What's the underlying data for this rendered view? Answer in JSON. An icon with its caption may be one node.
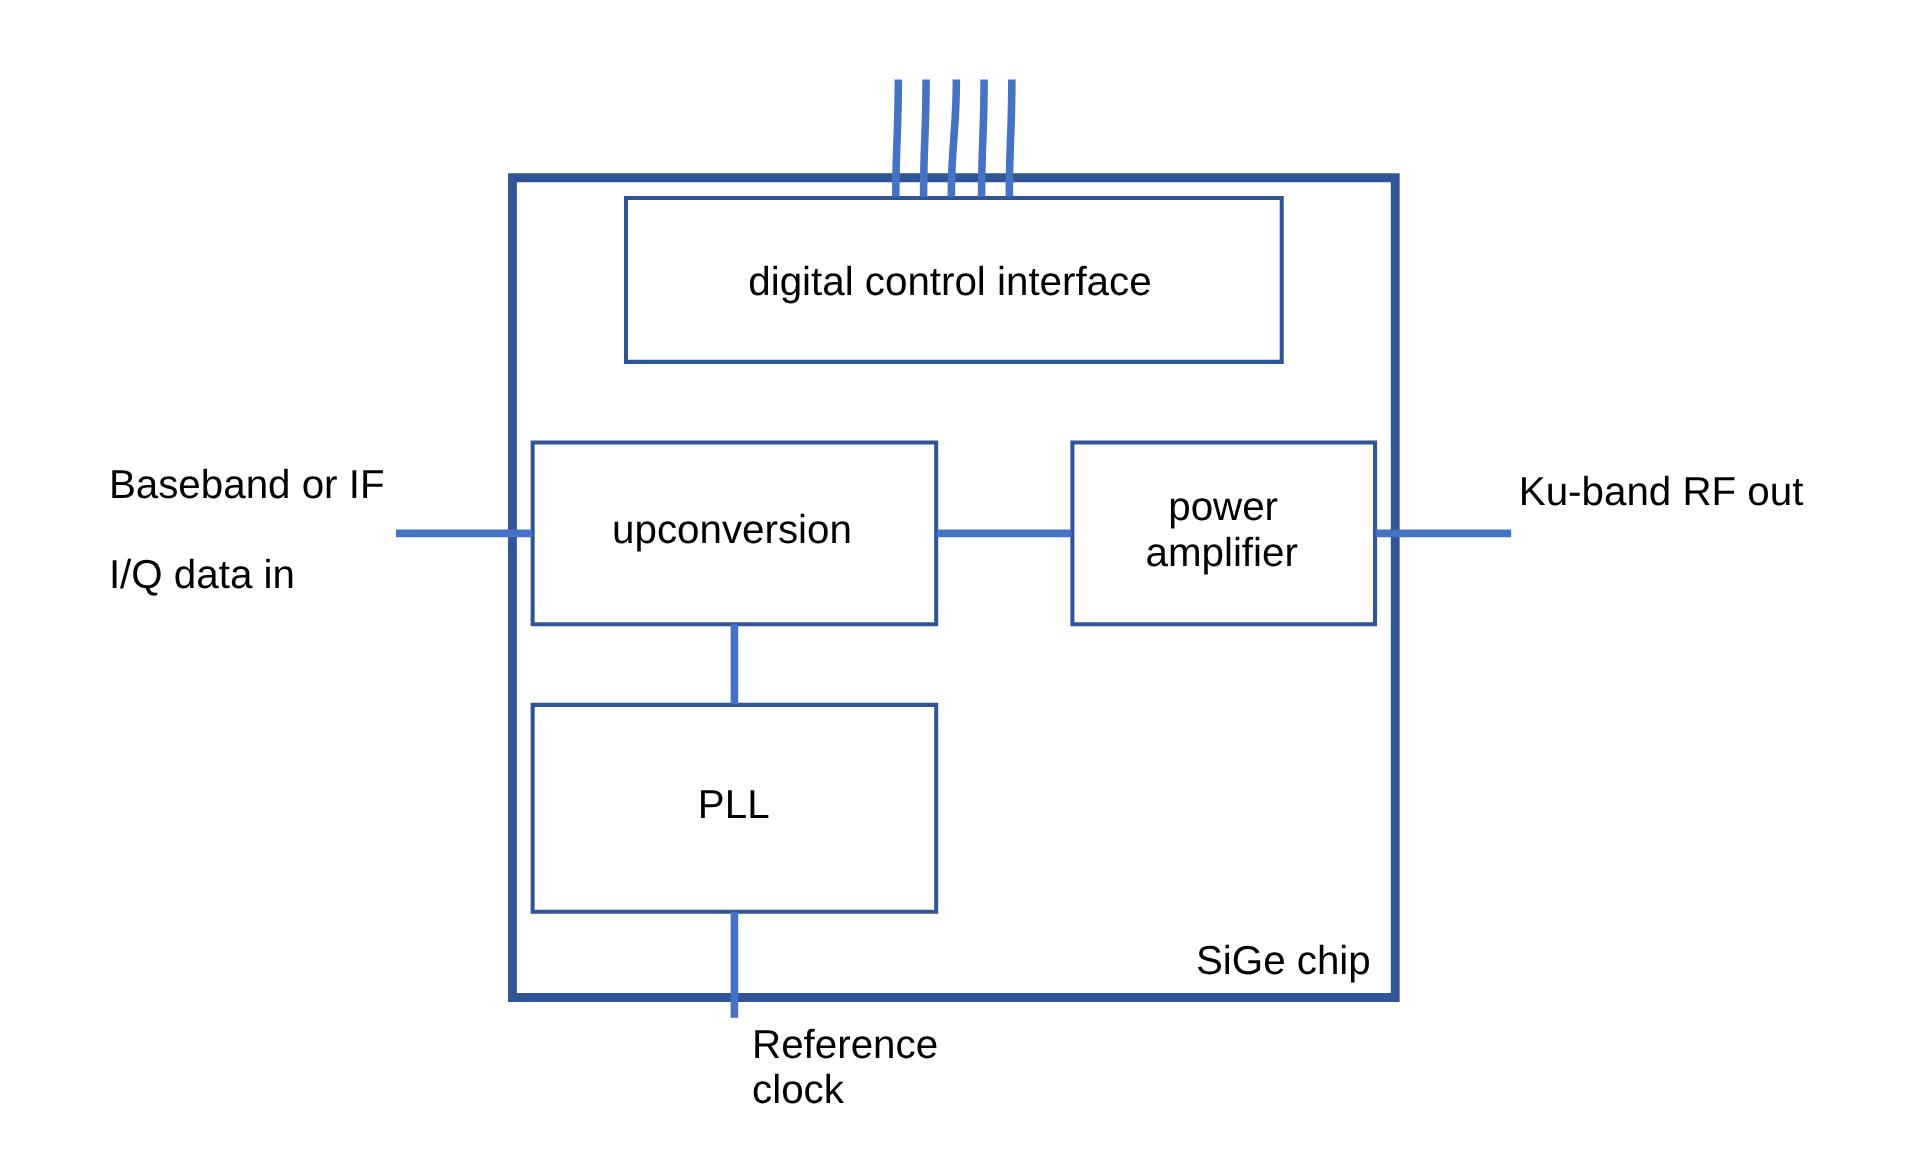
{
  "diagram": {
    "nodes": [
      {
        "text": [
          "SiGe chip"
        ]
      },
      {
        "text": [
          "digital control interface"
        ],
        "in": 0
      },
      {
        "text": [
          "Baseband or IF",
          "I/Q data in"
        ]
      },
      {
        "text": [
          "upconversion"
        ],
        "in": 0
      },
      {
        "text": [
          "power amplifier"
        ],
        "in": 0
      },
      {
        "text": [
          "Ku-band RF out"
        ]
      },
      {
        "text": [
          "PLL"
        ],
        "in": 0
      },
      {
        "text": [
          "Reference clock"
        ]
      }
    ],
    "edges": [
      {
        "from": 2,
        "to": 3,
        "arrow": "none"
      },
      {
        "from": 3,
        "to": 4,
        "arrow": "none"
      },
      {
        "from": 4,
        "to": 5,
        "arrow": "none"
      },
      {
        "from": 3,
        "to": 6,
        "arrow": "none"
      },
      {
        "from": 6,
        "to": 7,
        "arrow": "none"
      },
      {
        "from": 1,
        "to": null,
        "arrow": "none"
      },
      {
        "from": 1,
        "to": null,
        "arrow": "none"
      },
      {
        "from": 1,
        "to": null,
        "arrow": "none"
      },
      {
        "from": 1,
        "to": null,
        "arrow": "none"
      },
      {
        "from": 1,
        "to": null,
        "arrow": "none"
      }
    ]
  }
}
